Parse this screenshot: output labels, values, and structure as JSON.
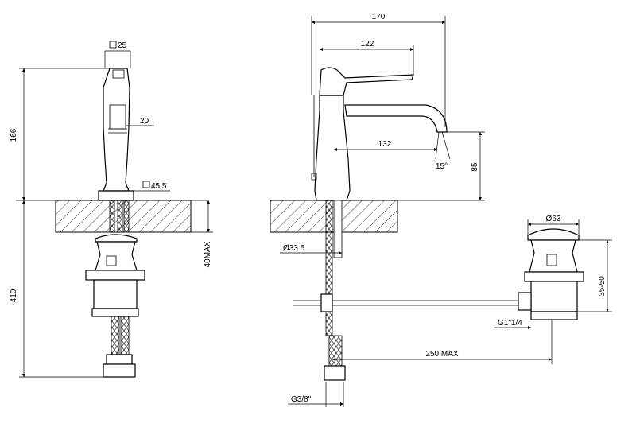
{
  "colors": {
    "line": "#000000",
    "background": "#ffffff"
  },
  "front_view": {
    "dim_handle_width": "25",
    "dim_height_top": "166",
    "dim_lever": "20",
    "dim_base": "45.5",
    "dim_deck_max": "40MAX",
    "dim_height_bottom": "410"
  },
  "side_view": {
    "dim_total_depth": "170",
    "dim_lever_depth": "122",
    "dim_spout_reach": "132",
    "dim_spout_height": "85",
    "dim_spout_angle": "15°",
    "dim_tail_diameter": "Ø33.5",
    "dim_hose_thread": "G3/8\""
  },
  "waste_view": {
    "dim_plug_diameter": "Ø63",
    "dim_waste_range": "35-50",
    "dim_waste_thread": "G1\"1/4",
    "dim_rod_length": "250  MAX"
  }
}
